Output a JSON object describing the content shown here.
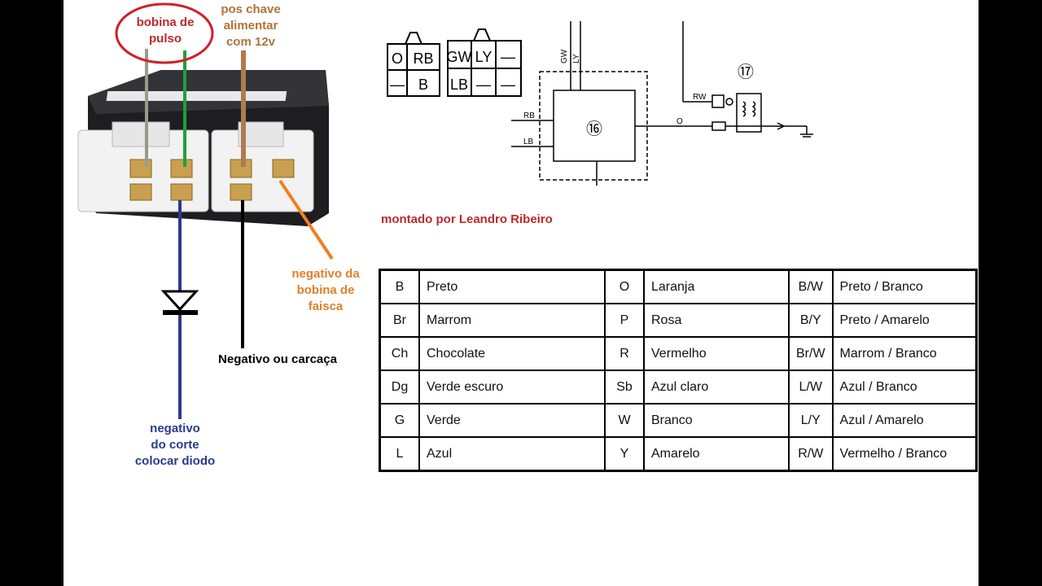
{
  "photo_labels": {
    "pulse_coil": "bobina de\npulso",
    "ignition_key": "pos chave\nalimentar\ncom 12v",
    "spark_coil_negative": "negativo da\nbobina de\nfaisca",
    "ground": "Negativo ou carcaça",
    "cutoff_negative": "negativo\ndo corte\ncolocar diodo"
  },
  "credit": "montado por Leandro Ribeiro",
  "connector_left": [
    "O",
    "RB",
    "—",
    "B"
  ],
  "connector_right": [
    "GW",
    "LY",
    "—",
    "LB",
    "—",
    "—"
  ],
  "schematic": {
    "wire_gw": "GW",
    "wire_ly": "LY",
    "wire_rb": "RB",
    "wire_lb": "LB",
    "wire_rw": "RW",
    "wire_o": "O",
    "cdi_number": "⑯",
    "coil_number": "⑰"
  },
  "color_codes": [
    [
      [
        "B",
        "Preto"
      ],
      [
        "O",
        "Laranja"
      ],
      [
        "B/W",
        "Preto / Branco"
      ]
    ],
    [
      [
        "Br",
        "Marrom"
      ],
      [
        "P",
        "Rosa"
      ],
      [
        "B/Y",
        "Preto /  Amarelo"
      ]
    ],
    [
      [
        "Ch",
        "Chocolate"
      ],
      [
        "R",
        "Vermelho"
      ],
      [
        "Br/W",
        "Marrom / Branco"
      ]
    ],
    [
      [
        "Dg",
        "Verde escuro"
      ],
      [
        "Sb",
        "Azul claro"
      ],
      [
        "L/W",
        "Azul / Branco"
      ]
    ],
    [
      [
        "G",
        "Verde"
      ],
      [
        "W",
        "Branco"
      ],
      [
        "L/Y",
        "Azul / Amarelo"
      ]
    ],
    [
      [
        "L",
        "Azul"
      ],
      [
        "Y",
        "Amarelo"
      ],
      [
        "R/W",
        "Vermelho / Branco"
      ]
    ]
  ],
  "colors": {
    "pulse_label": "#c0282a",
    "key_label": "#b0733b",
    "spark_label": "#e0802a",
    "cutoff_label": "#2a3990",
    "ground_label": "#000000"
  }
}
